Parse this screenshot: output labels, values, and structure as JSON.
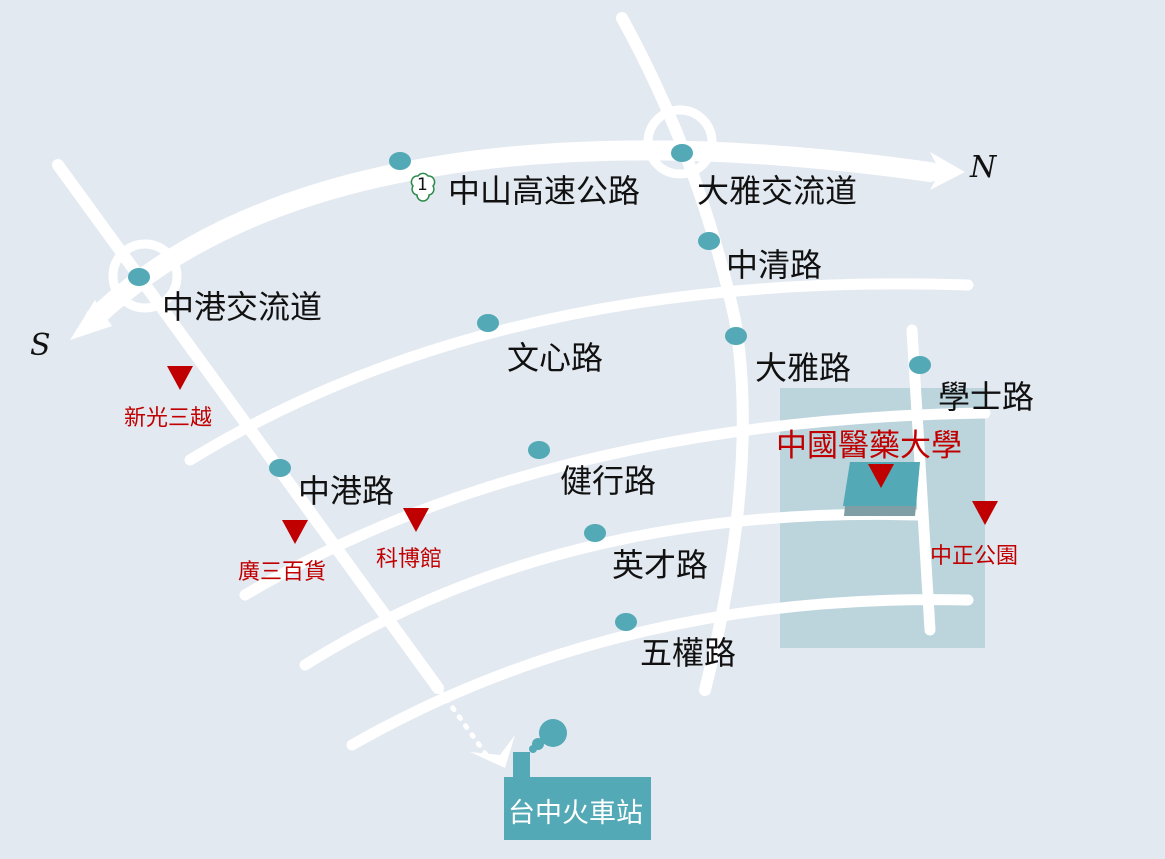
{
  "directions": {
    "north": "N",
    "south": "S"
  },
  "highway": {
    "number": "1",
    "name": "中山高速公路"
  },
  "roads": {
    "dayajiaoliu": "大雅交流道",
    "zhongqing": "中清路",
    "zhonggangjiaoliu": "中港交流道",
    "wenxin": "文心路",
    "daya": "大雅路",
    "xueshi": "學士路",
    "zhonggang": "中港路",
    "jianxing": "健行路",
    "yingcai": "英才路",
    "wuquan": "五權路"
  },
  "landmarks": {
    "shinkong": "新光三越",
    "guangsan": "廣三百貨",
    "museum": "科博館",
    "university": "中國醫藥大學",
    "park": "中正公園",
    "station": "台中火車站"
  },
  "colors": {
    "background": "#e3e9f1",
    "teal": "#53a9b5",
    "campus": "#bcd4dc",
    "red": "#c00000"
  }
}
